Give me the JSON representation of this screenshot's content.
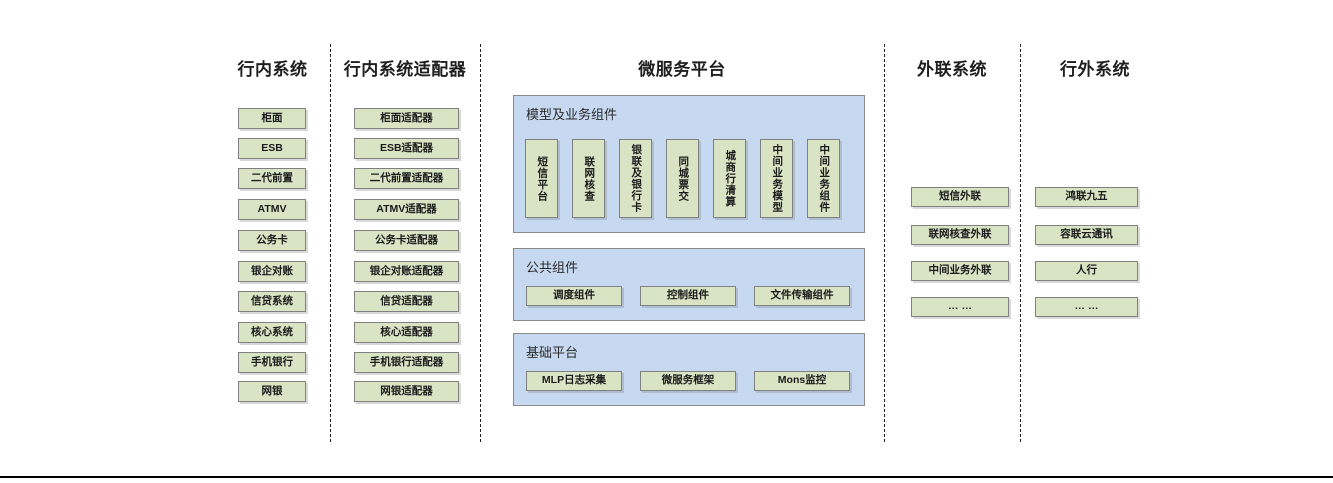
{
  "diagram": {
    "title_bar": null,
    "colors": {
      "node_fill": "#d8e4c4",
      "node_border": "#808080",
      "panel_fill": "#c7d9f0",
      "panel_border": "#8a8a8a",
      "divider": "#222222",
      "text": "#1b1b1b"
    },
    "columns": [
      {
        "id": "in-bank-systems",
        "title": "行内系统",
        "items": [
          "柜面",
          "ESB",
          "二代前置",
          "ATMV",
          "公务卡",
          "银企对账",
          "信贷系统",
          "核心系统",
          "手机银行",
          "网银"
        ]
      },
      {
        "id": "in-bank-adapters",
        "title": "行内系统适配器",
        "items": [
          "柜面适配器",
          "ESB适配器",
          "二代前置适配器",
          "ATMV适配器",
          "公务卡适配器",
          "银企对账适配器",
          "信贷适配器",
          "核心适配器",
          "手机银行适配器",
          "网银适配器"
        ]
      },
      {
        "id": "microservice-platform",
        "title": "微服务平台",
        "panels": [
          {
            "id": "model-business-components",
            "title": "模型及业务组件",
            "orientation": "vertical",
            "items": [
              "短信平台",
              "联网核查",
              "银联及银行卡",
              "同城票交",
              "城商行清算",
              "中间业务模型",
              "中间业务组件"
            ]
          },
          {
            "id": "public-components",
            "title": "公共组件",
            "orientation": "horizontal",
            "items": [
              "调度组件",
              "控制组件",
              "文件传输组件"
            ]
          },
          {
            "id": "base-platform",
            "title": "基础平台",
            "orientation": "horizontal",
            "items": [
              "MLP日志采集",
              "微服务框架",
              "Mons监控"
            ]
          }
        ]
      },
      {
        "id": "external-link-systems",
        "title": "外联系统",
        "items": [
          "短信外联",
          "联网核查外联",
          "中间业务外联",
          "… …"
        ]
      },
      {
        "id": "out-of-bank-systems",
        "title": "行外系统",
        "items": [
          "鸿联九五",
          "容联云通讯",
          "人行",
          "… …"
        ]
      }
    ]
  }
}
